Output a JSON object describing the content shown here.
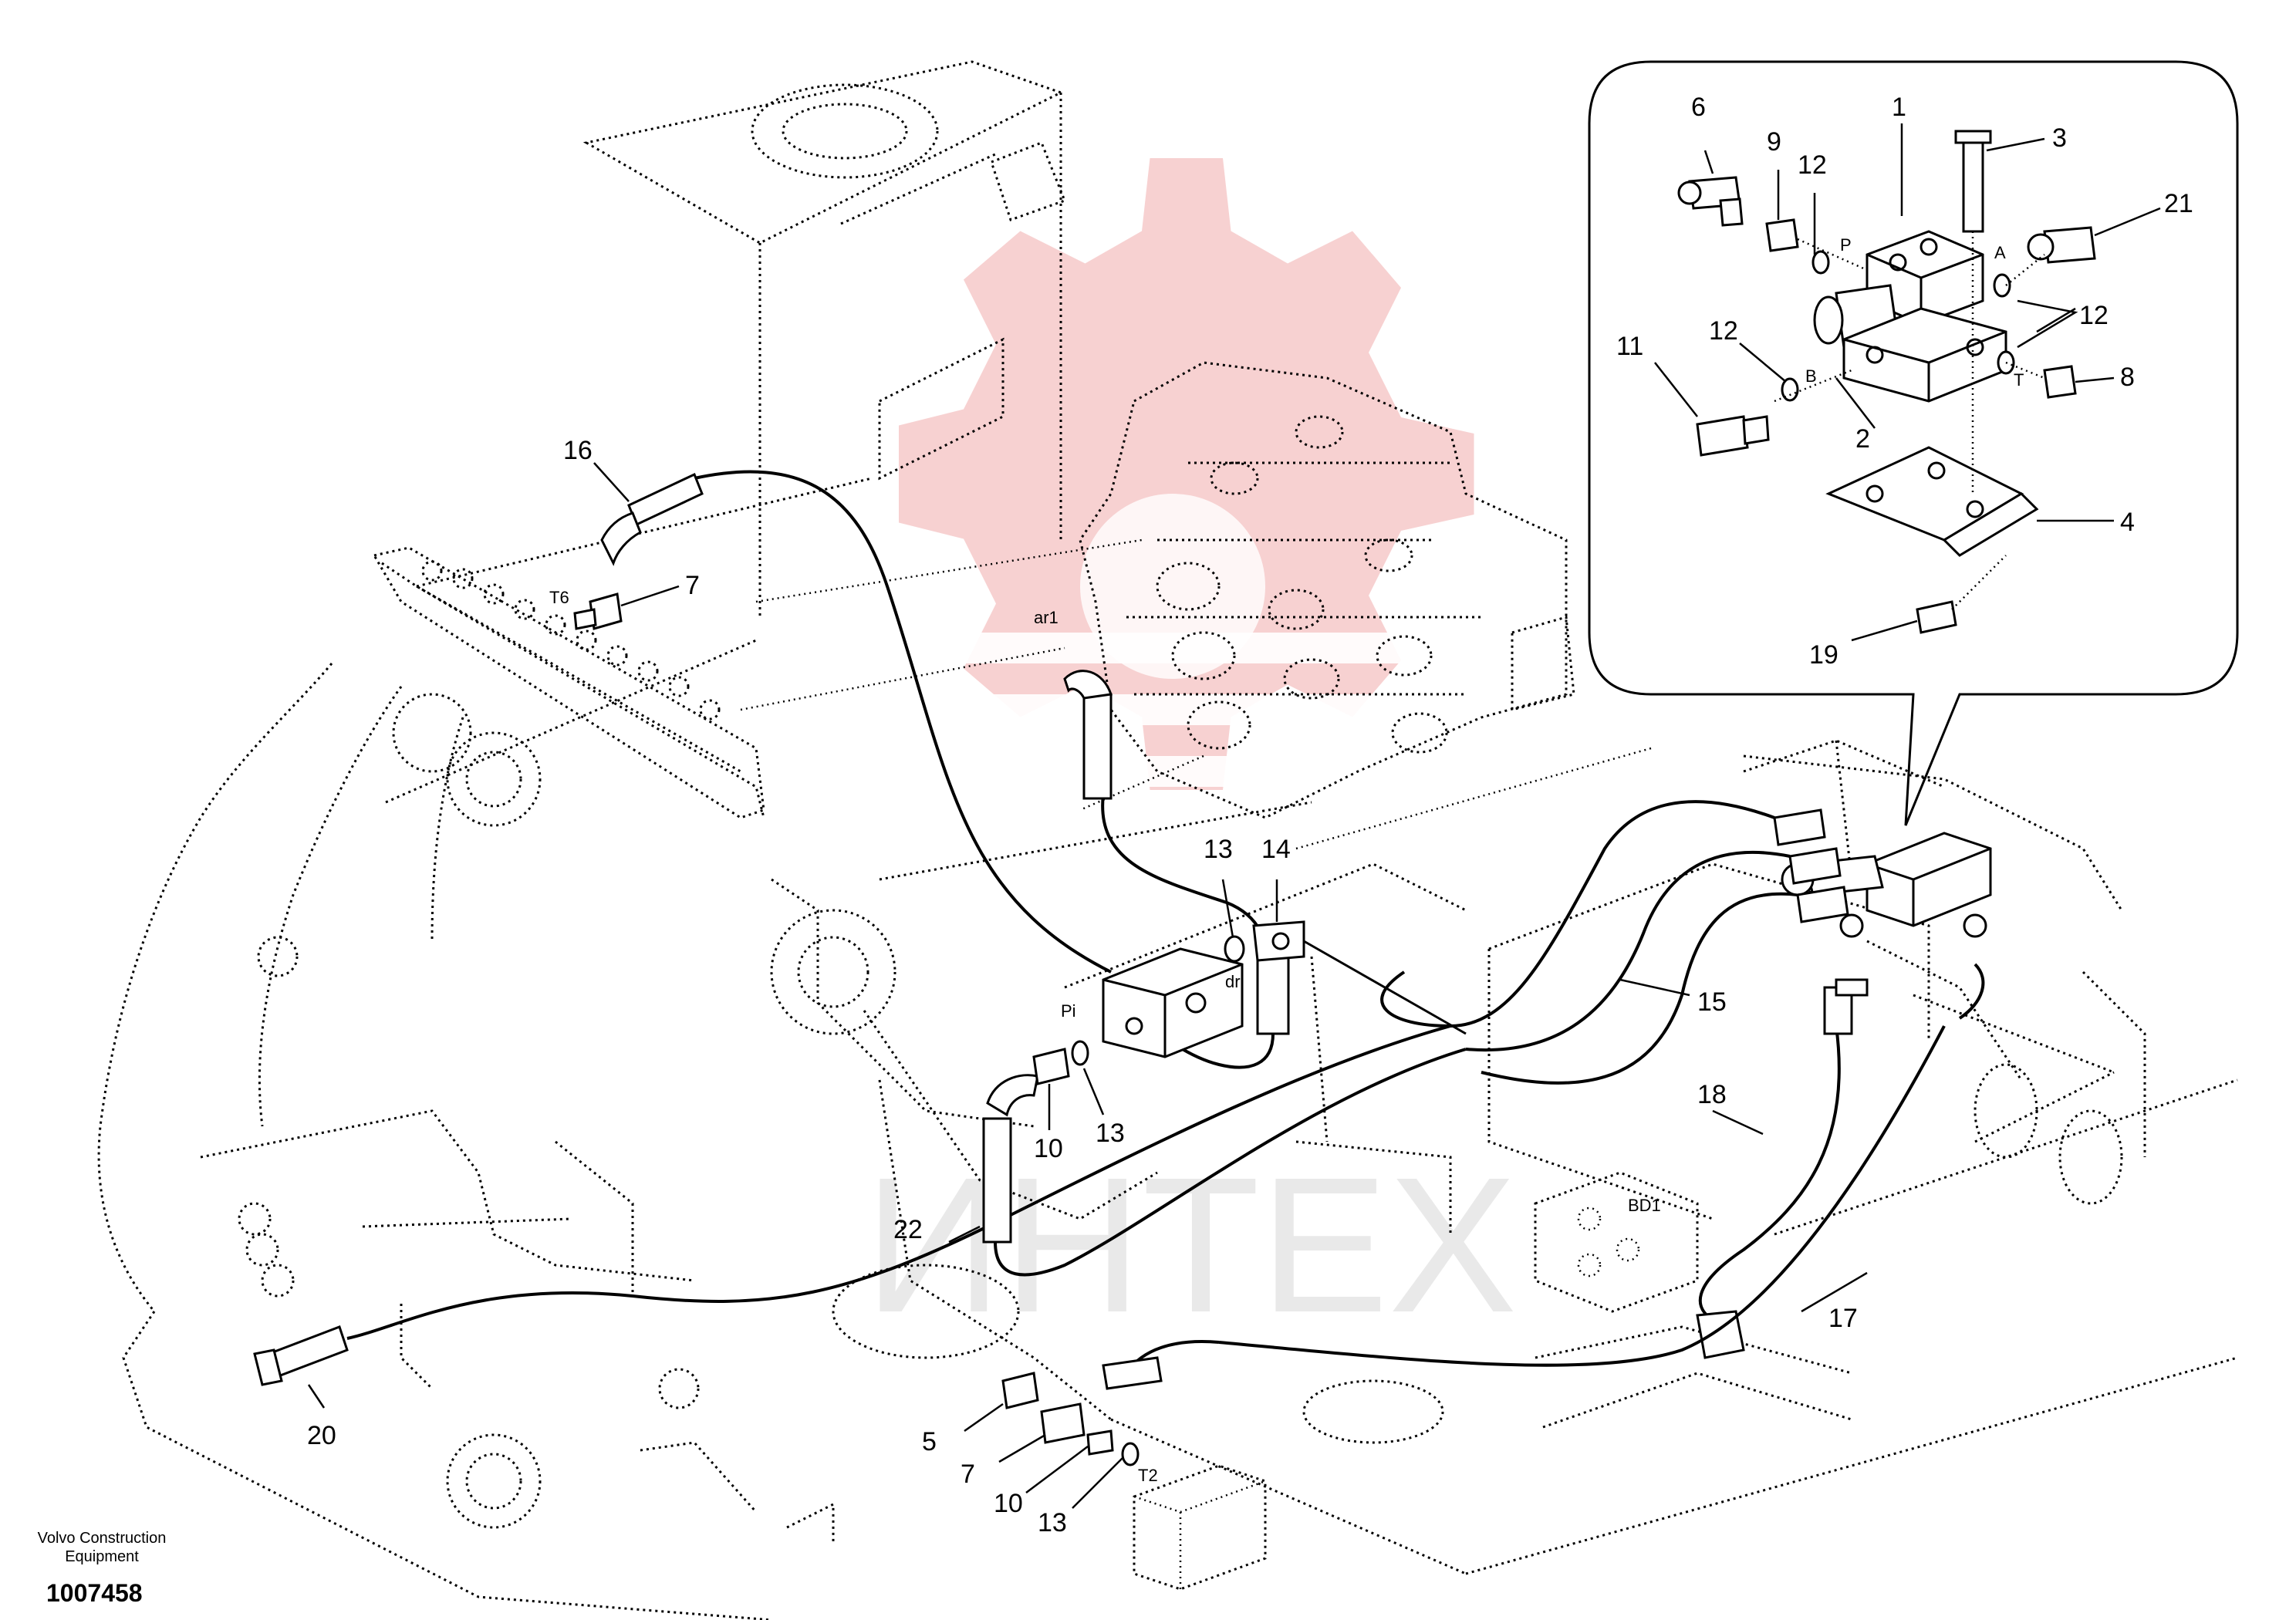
{
  "diagram": {
    "callouts": [
      {
        "id": "callout-1",
        "label": "1"
      },
      {
        "id": "callout-2",
        "label": "2"
      },
      {
        "id": "callout-3",
        "label": "3"
      },
      {
        "id": "callout-4",
        "label": "4"
      },
      {
        "id": "callout-6",
        "label": "6"
      },
      {
        "id": "callout-8",
        "label": "8"
      },
      {
        "id": "callout-9",
        "label": "9"
      },
      {
        "id": "callout-11",
        "label": "11"
      },
      {
        "id": "callout-12-top",
        "label": "12"
      },
      {
        "id": "callout-12-right",
        "label": "12"
      },
      {
        "id": "callout-12-left",
        "label": "12"
      },
      {
        "id": "callout-19",
        "label": "19"
      },
      {
        "id": "callout-21",
        "label": "21"
      },
      {
        "id": "callout-16",
        "label": "16"
      },
      {
        "id": "callout-7-upper",
        "label": "7"
      },
      {
        "id": "callout-13-mid",
        "label": "13"
      },
      {
        "id": "callout-14",
        "label": "14"
      },
      {
        "id": "callout-15",
        "label": "15"
      },
      {
        "id": "callout-18",
        "label": "18"
      },
      {
        "id": "callout-17",
        "label": "17"
      },
      {
        "id": "callout-22",
        "label": "22"
      },
      {
        "id": "callout-10-mid",
        "label": "10"
      },
      {
        "id": "callout-13-low",
        "label": "13"
      },
      {
        "id": "callout-20",
        "label": "20"
      },
      {
        "id": "callout-5",
        "label": "5"
      },
      {
        "id": "callout-7-lower",
        "label": "7"
      },
      {
        "id": "callout-10-lower",
        "label": "10"
      },
      {
        "id": "callout-13-bottom",
        "label": "13"
      }
    ],
    "ports": [
      {
        "id": "port-p",
        "label": "P"
      },
      {
        "id": "port-a",
        "label": "A"
      },
      {
        "id": "port-b",
        "label": "B"
      },
      {
        "id": "port-t",
        "label": "T"
      },
      {
        "id": "port-t6",
        "label": "T6"
      },
      {
        "id": "port-ar1",
        "label": "ar1"
      },
      {
        "id": "port-dr",
        "label": "dr"
      },
      {
        "id": "port-pi",
        "label": "Pi"
      },
      {
        "id": "port-bd1",
        "label": "BD1"
      },
      {
        "id": "port-t2",
        "label": "T2"
      }
    ]
  },
  "footer": {
    "credit_line1": "Volvo Construction",
    "credit_line2": "Equipment",
    "document_number": "1007458"
  },
  "watermark": {
    "text": "ИНТЕХ",
    "color": "#f3b9b9"
  }
}
